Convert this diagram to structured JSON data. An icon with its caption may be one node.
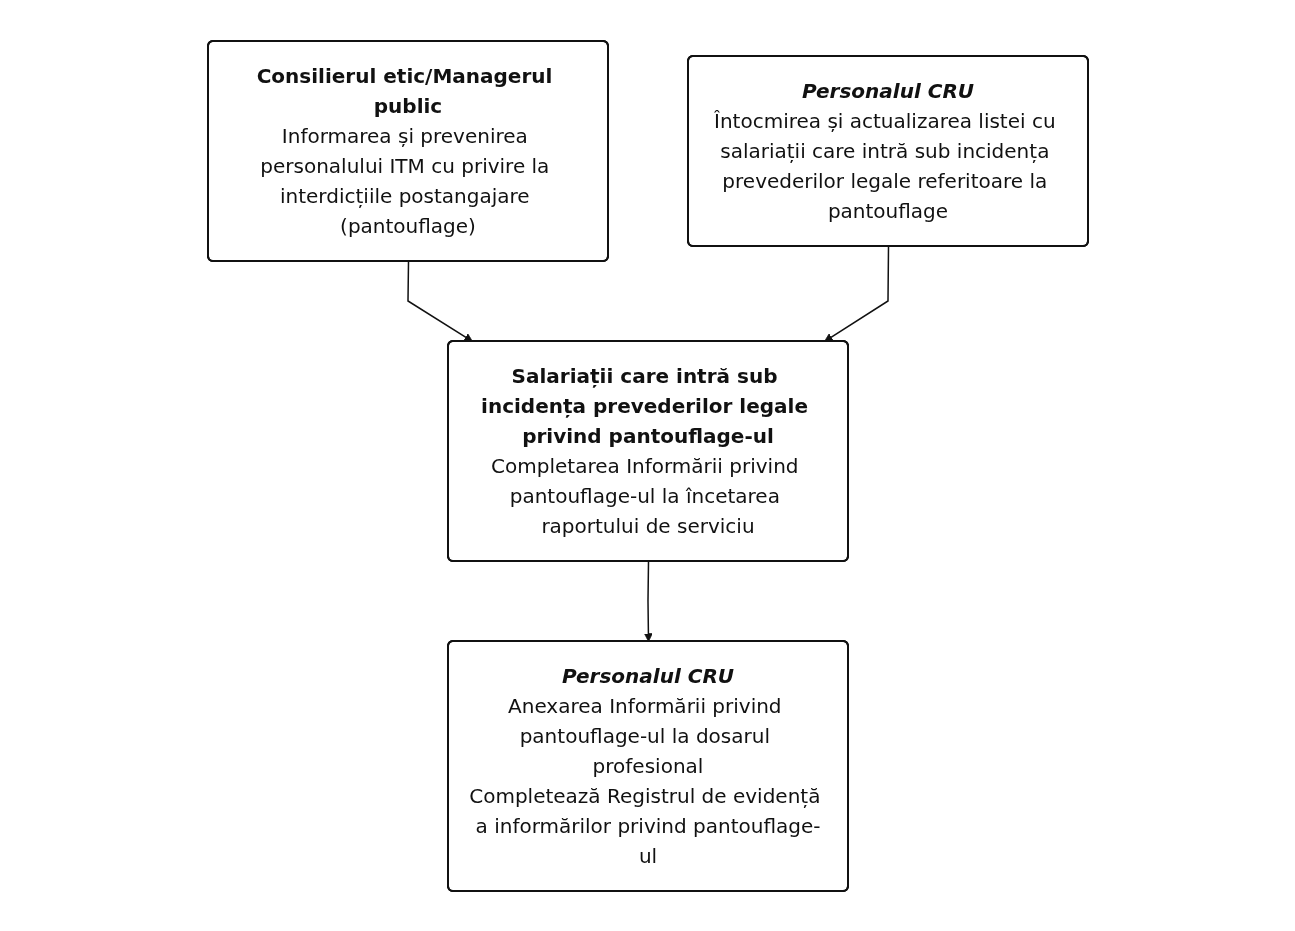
{
  "diagram": {
    "nodes": [
      {
        "text": [
          "Consilierul etic/Managerul public",
          "Informarea și prevenirea personalului ITM cu privire la interdicțiile postangajare (pantouflage)"
        ]
      },
      {
        "text": [
          "Personalul CRU",
          "Întocmirea și actualizarea listei cu salariații care intră sub incidența prevederilor legale referitoare la pantouflage"
        ]
      },
      {
        "text": [
          "Salariații care intră sub incidența prevederilor legale privind pantouflage-ul",
          "Completarea Informării privind pantouflage-ul la încetarea raportului de serviciu"
        ]
      },
      {
        "text": [
          "Personalul CRU",
          "Anexarea Informării privind pantouflage-ul la dosarul profesional",
          "Completează Registrul de evidență a informărilor privind pantouflage-ul"
        ]
      }
    ],
    "edges": [
      {
        "from": 0,
        "to": 2,
        "arrow": "to"
      },
      {
        "from": 1,
        "to": 2,
        "arrow": "to"
      },
      {
        "from": 2,
        "to": 3,
        "arrow": "to"
      }
    ]
  }
}
